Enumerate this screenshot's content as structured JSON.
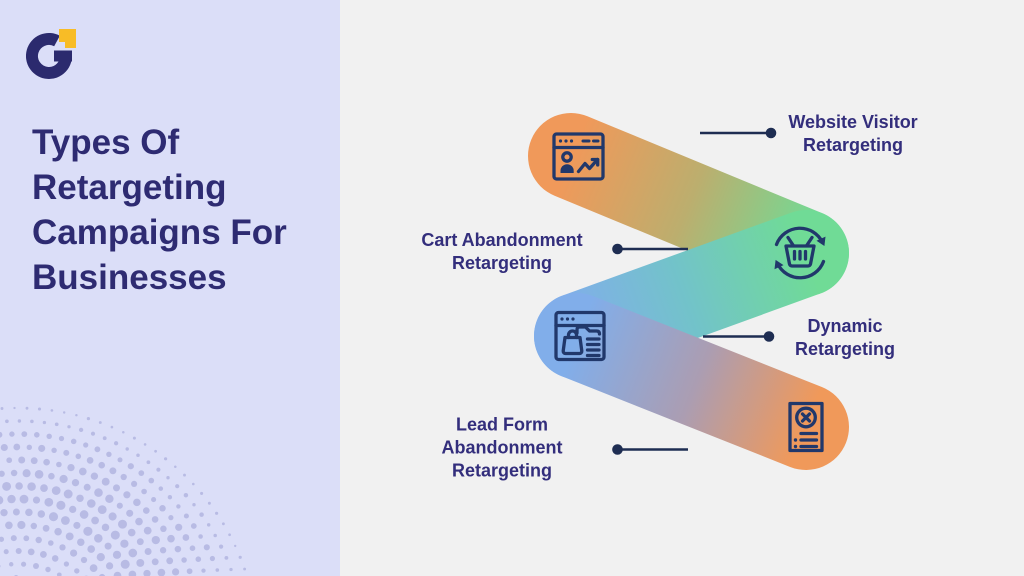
{
  "sidebar": {
    "title": "Types Of Retargeting Campaigns For Businesses"
  },
  "diagram": {
    "items": [
      {
        "label": "Website Visitor Retargeting",
        "icon": "browser-visitor-analytics-icon",
        "node_color": "#F0995A"
      },
      {
        "label": "Cart Abandonment Retargeting",
        "icon": "basket-refresh-icon",
        "node_color": "#70DB96"
      },
      {
        "label": "Dynamic Retargeting",
        "icon": "browser-product-bag-icon",
        "node_color": "#81AEEA"
      },
      {
        "label": "Lead Form Abandonment Retargeting",
        "icon": "form-cancel-icon",
        "node_color": "#F0995A"
      }
    ]
  },
  "colors": {
    "orange": "#F0995A",
    "olive": "#BCAE6E",
    "green": "#70DB96",
    "teal": "#72C3C9",
    "blue": "#81AEEA",
    "mauve": "#AB9DB2",
    "icon_navy": "#21386B",
    "connector_navy": "#1E2D52",
    "title_text": "#2E2B72",
    "label_text": "#332E7C",
    "sidebar_bg": "#DBDEF8",
    "canvas_bg": "#F1F1F1",
    "logo_navy": "#2B2A6E",
    "logo_yellow": "#F8BC26"
  }
}
